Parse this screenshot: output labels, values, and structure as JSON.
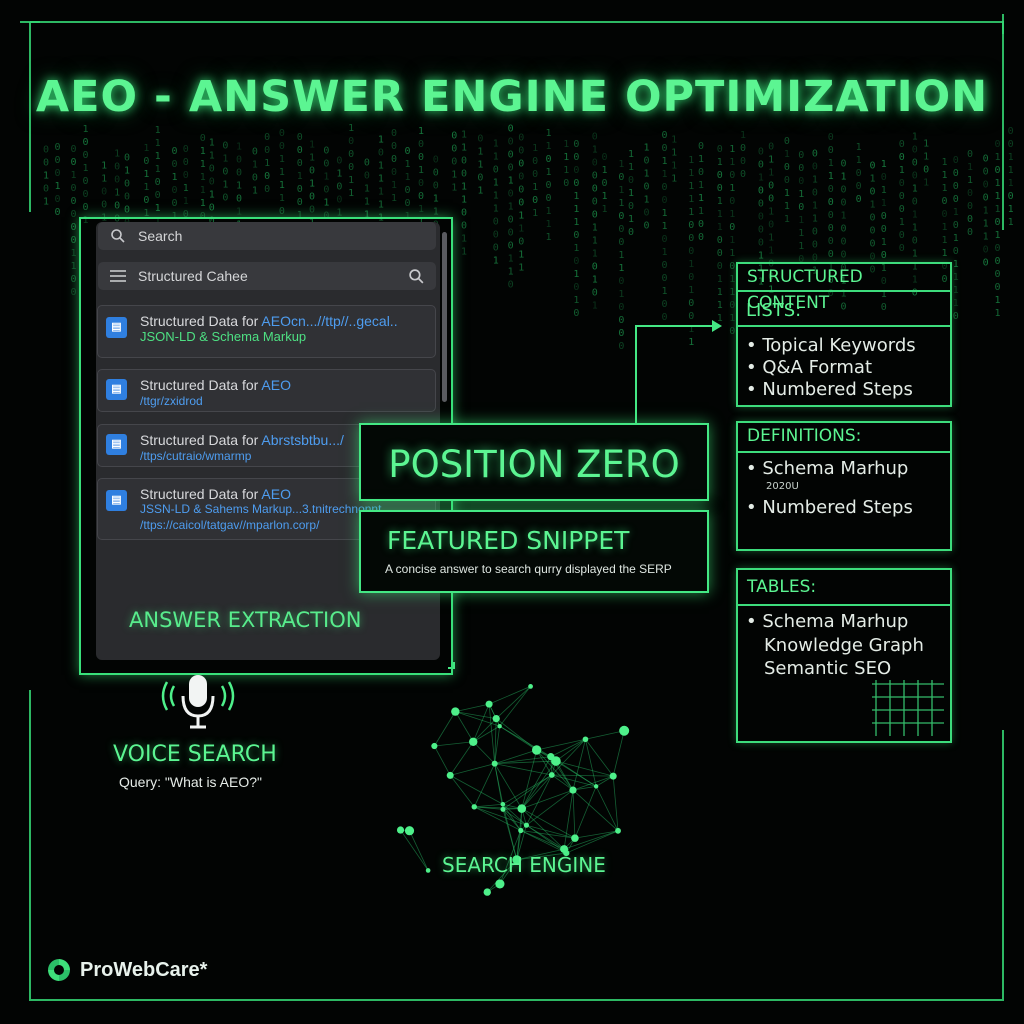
{
  "title": "AEO - ANSWER ENGINE OPTIMIZATION",
  "search_panel": {
    "search_placeholder": "Search",
    "query_value": "Structured Cahee",
    "results": [
      {
        "title": "Structured Data for ",
        "title_link": "AEOcn...//ttp//..gecal..",
        "line2": "JSON-LD & Schema Markup",
        "line3": ""
      },
      {
        "title": "Structured Data for ",
        "title_link": "AEO",
        "line2": "",
        "line3": "/ttgr/zxidrod"
      },
      {
        "title": "Structured Data for ",
        "title_link": "Abrstsbtbu.../",
        "line2": "",
        "line3": "/ttps/cutraio/wmarmp"
      },
      {
        "title": "Structured Data for ",
        "title_link": "AEO",
        "line2": "JSSN-LD & Sahems Markup...3.tnitrechnonnt",
        "line3": "/ttps://caicol/tatgav//mparlon.corp/"
      }
    ],
    "footer_label": "ANSWER EXTRACTION"
  },
  "position_zero": "POSITION ZERO",
  "featured_snippet": {
    "title": "FEATURED SNIPPET",
    "description": "A concise answer to search qurry displayed the SERP"
  },
  "structured_content": {
    "header": "STRUCTURED CONTENT",
    "lists_label": "LISTS:",
    "lists": [
      "• Topical Keywords",
      "• Q&A Format",
      "• Numbered Steps"
    ]
  },
  "definitions": {
    "header": "DEFINITIONS:",
    "items": [
      "• Schema Marhup",
      "• Numbered Steps"
    ],
    "sub_note": "2020U"
  },
  "tables": {
    "header": "TABLES:",
    "items": [
      "• Schema Marhup",
      "Knowledge Graph",
      "Semantic SEO"
    ]
  },
  "voice_search": {
    "title": "VOICE SEARCH",
    "query": "Query: \"What is AEO?\""
  },
  "search_engine_label": "SEARCH ENGINE",
  "brand": "ProWebCare*",
  "colors": {
    "accent": "#5cf592",
    "background": "#020403",
    "link": "#4e9df0"
  }
}
